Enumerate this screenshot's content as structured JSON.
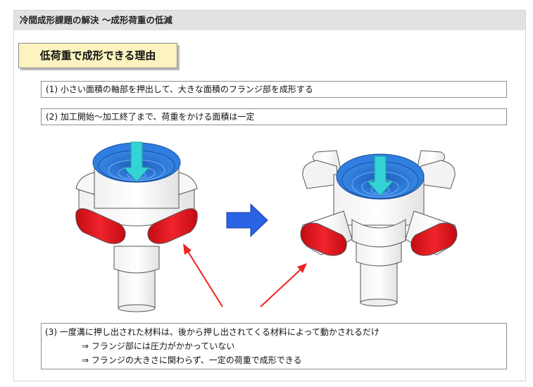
{
  "header": {
    "title": "冷間成形課題の解決 〜成形荷重の低減"
  },
  "section": {
    "title": "低荷重で成形できる理由"
  },
  "points": [
    "(1) 小さい面積の軸部を押出して、大きな面積のフランジ部を成形する",
    "(2) 加工開始〜加工終了まで、荷重をかける面積は一定"
  ],
  "note": {
    "line1": "(3) 一度溝に押し出された材料は、後から押し出されてくる材料によって動かされるだけ",
    "line2": "⇒ フランジ部には圧力がかかっていない",
    "line3": "⇒ フランジの大きさに関わらず、一定の荷重で成形できる"
  },
  "colors": {
    "punch_blue": "#2f7fe0",
    "press_arrow": "#33d3d6",
    "flange_red": "#e3141c",
    "transition_arrow": "#2a63e6",
    "pointer_arrow": "#ee2222"
  },
  "icons": {
    "press_arrow": "down-arrow-icon",
    "transition_arrow": "right-arrow-icon"
  }
}
